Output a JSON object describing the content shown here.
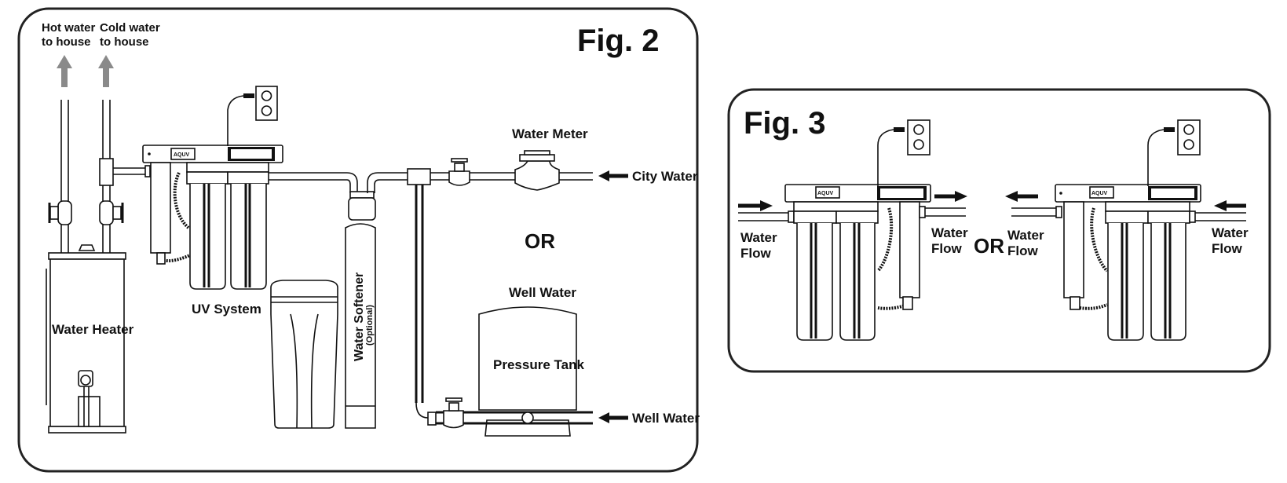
{
  "figures": [
    {
      "id": "fig2",
      "title": "Fig. 2",
      "labels": {
        "hot_water": [
          "Hot water",
          "to house"
        ],
        "cold_water": [
          "Cold water",
          "to house"
        ],
        "water_meter": "Water Meter",
        "city_water": "City Water",
        "or": "OR",
        "well_water_top": "Well Water",
        "well_water_inlet": "Well Water",
        "uv_system": "UV System",
        "water_heater": "Water Heater",
        "water_softener": "Water Softener",
        "water_softener_note": "(Optional)",
        "pressure_tank": "Pressure Tank",
        "brand": "AQUV"
      }
    },
    {
      "id": "fig3",
      "title": "Fig. 3",
      "labels": {
        "left_in": [
          "Water",
          "Flow"
        ],
        "left_out": [
          "Water",
          "Flow"
        ],
        "or": "OR",
        "right_out": [
          "Water",
          "Flow"
        ],
        "right_in": [
          "Water",
          "Flow"
        ],
        "brand": "AQUV"
      }
    }
  ],
  "colors": {
    "line": "#111111",
    "up_arrow": "#8a8a8a",
    "panel_border": "#222222",
    "background": "#ffffff"
  }
}
